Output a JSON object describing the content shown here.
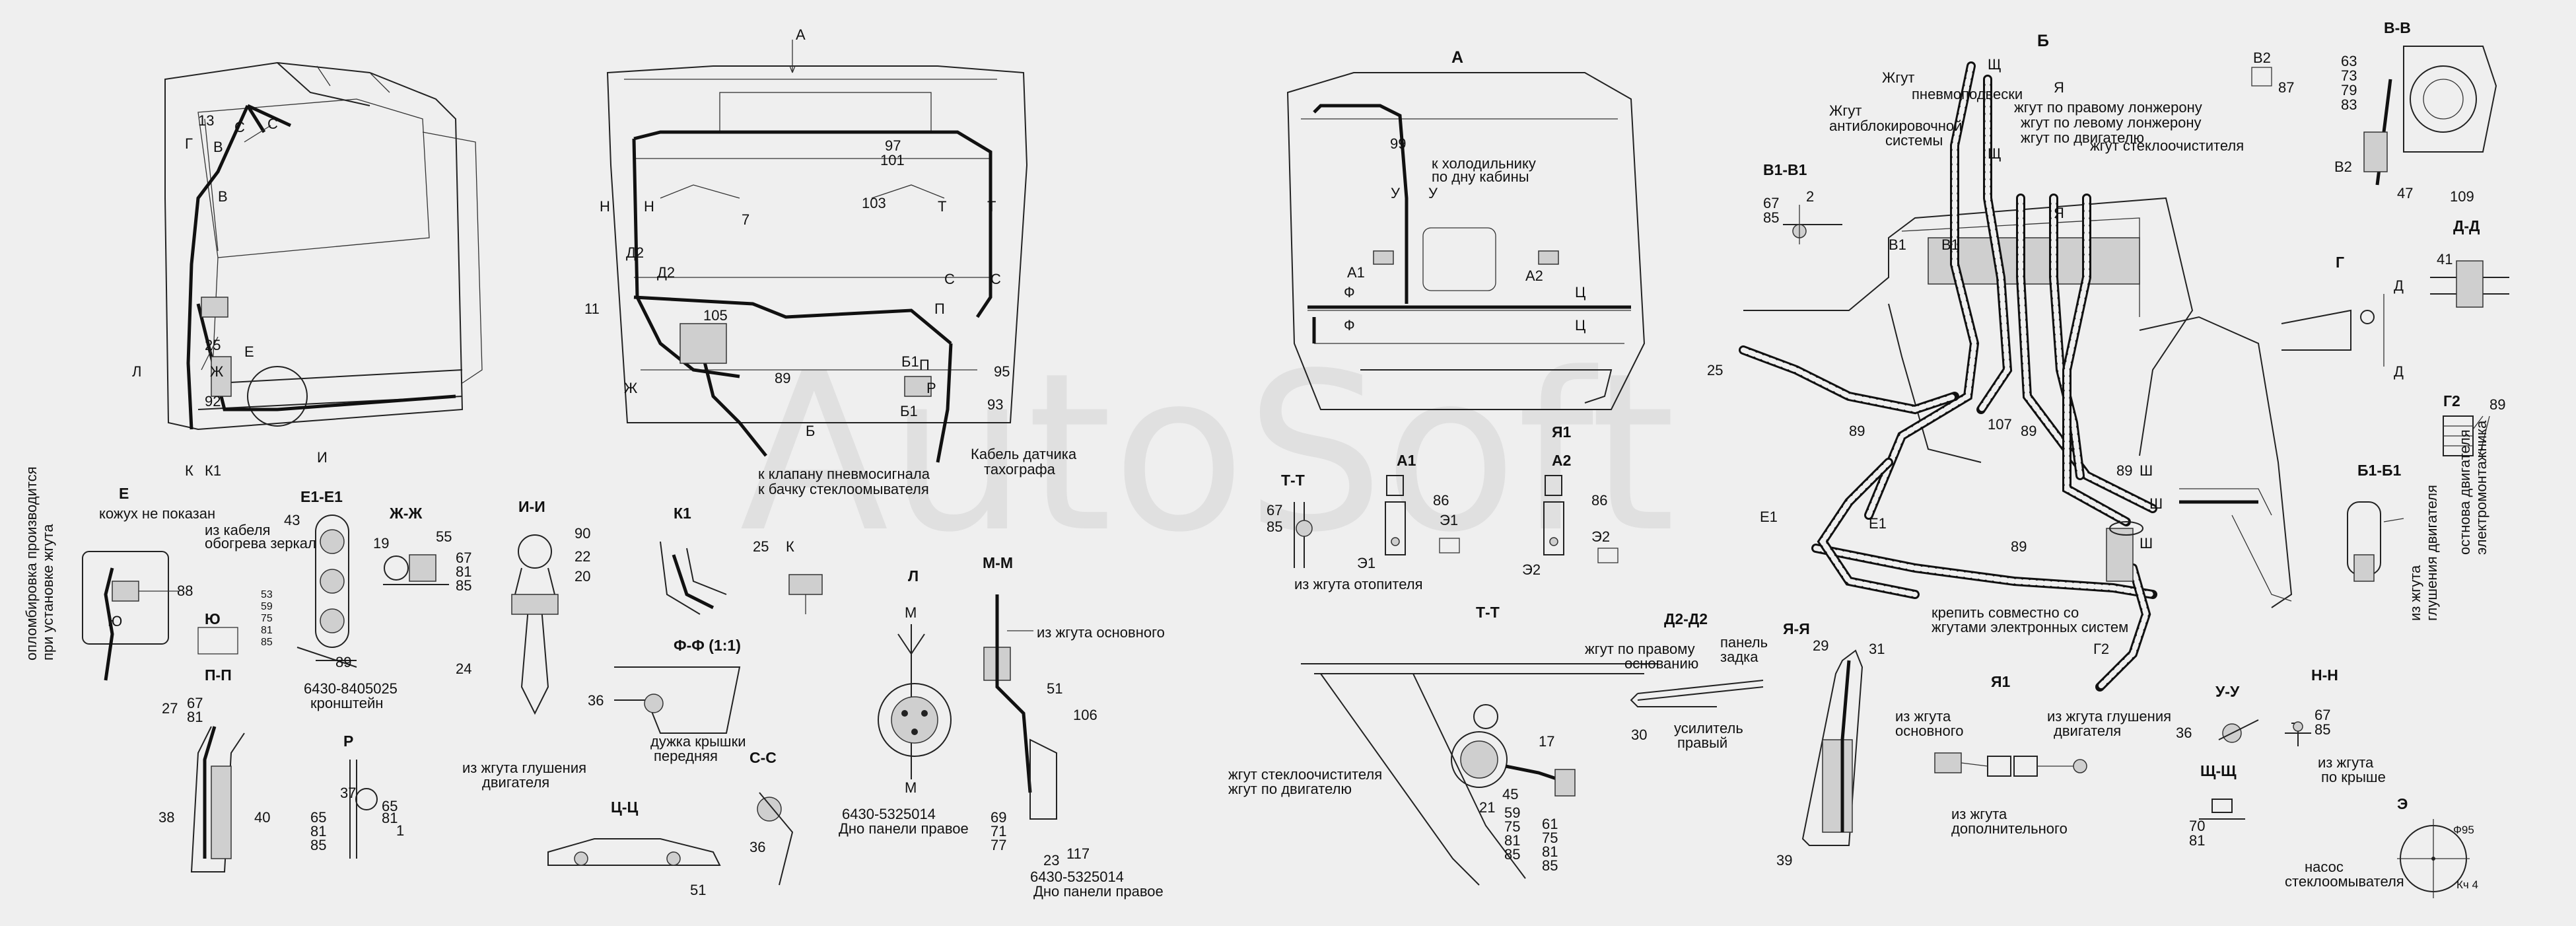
{
  "watermark": "AutoSoft",
  "views": {
    "side": {
      "labels": [
        "13",
        "С",
        "Г",
        "В",
        "С",
        "В",
        "25",
        "Е",
        "Ж",
        "Л",
        "92",
        "К",
        "К1",
        "И"
      ]
    },
    "front": {
      "top_label": "А",
      "labels": [
        "97",
        "101",
        "103",
        "7",
        "Н",
        "Н",
        "Т",
        "Т",
        "Д2",
        "Д2",
        "С",
        "С",
        "11",
        "105",
        "89",
        "Ж",
        "Б1",
        "П",
        "95",
        "93",
        "Б",
        "Р",
        "П",
        "Б1"
      ],
      "note1": "к клапану пневмосигнала",
      "note2": "к бачку стеклоомывателя",
      "note3": "Кабель датчика",
      "note4": "тахографа"
    },
    "rear": {
      "title": "А",
      "labels": [
        "99",
        "У",
        "У",
        "А1",
        "Ф",
        "Ф",
        "А2",
        "Ц",
        "Ц"
      ],
      "note1": "к холодильнику",
      "note2": "по дну кабины"
    },
    "engine": {
      "title": "Б",
      "labels": [
        "Щ",
        "Я",
        "Щ",
        "Я",
        "В1",
        "В1",
        "25",
        "89",
        "107",
        "89",
        "89",
        "Ш",
        "Ш",
        "Ш",
        "Е1",
        "Е1",
        "89",
        "Г2",
        "87",
        "В2"
      ],
      "harness_pneumo": "Жгут",
      "harness_pneumo2": "пневмоподвески",
      "harness_abs": "Жгут",
      "harness_abs2": "антиблокировочной",
      "harness_abs3": "системы",
      "right_lonzheron": "жгут по правому лонжерону",
      "left_lonzheron": "жгут по левому лонжерону",
      "engine_harness": "жгут по двигателю",
      "wiper_harness": "жгут стеклоочистителя",
      "fix_note1": "крепить совместно со",
      "fix_note2": "жгутами электронных систем"
    }
  },
  "details": {
    "E": {
      "title": "Е",
      "note_cover": "кожух не показан",
      "from_cable": "из кабеля",
      "mirror_heat": "обогрева зеркал",
      "num": "88",
      "yu": "Ю",
      "yu2": "Ю",
      "vertical1": "опломбировка  производится",
      "vertical2": "при установке жгута"
    },
    "E1": {
      "title": "Е1-Е1",
      "nums": [
        "43",
        "53",
        "59",
        "75",
        "81",
        "85",
        "89"
      ],
      "part": "6430-8405025",
      "part_name": "кронштейн"
    },
    "ZhZh": {
      "title": "Ж-Ж",
      "nums": [
        "19",
        "55",
        "67",
        "81",
        "85"
      ]
    },
    "II": {
      "title": "И-И",
      "nums": [
        "90",
        "22",
        "20",
        "24"
      ],
      "note1": "из жгута глушения",
      "note2": "двигателя"
    },
    "K1": {
      "title": "К1",
      "nums": [
        "25"
      ],
      "k": "К"
    },
    "L": {
      "title": "Л",
      "m": "М",
      "m2": "М",
      "part": "6430-5325014",
      "part_name": "Дно панели правое"
    },
    "MM": {
      "title": "М-М",
      "from": "из жгута основного",
      "nums": [
        "51",
        "106",
        "69",
        "71",
        "77",
        "23",
        "117"
      ],
      "part": "6430-5325014",
      "part_name": "Дно панели правое"
    },
    "FF": {
      "title": "Ф-Ф (1:1)",
      "num": "36",
      "note1": "дужка крышки",
      "note2": "передняя"
    },
    "CC": {
      "title": "С-С",
      "num": "36"
    },
    "TsTs": {
      "title": "Ц-Ц",
      "num": "51"
    },
    "PP": {
      "title": "П-П",
      "nums": [
        "27",
        "67",
        "81",
        "38",
        "40"
      ]
    },
    "R": {
      "title": "Р",
      "nums": [
        "37",
        "65",
        "81",
        "85",
        "65",
        "81",
        "1"
      ]
    },
    "TT1": {
      "title": "Т-Т",
      "nums": [
        "67",
        "85"
      ],
      "note": "из жгута отопителя"
    },
    "A1": {
      "title": "А1",
      "nums": [
        "86",
        "Э1",
        "Э1"
      ]
    },
    "Ya1": {
      "title": "Я1",
      "sub": "А2",
      "nums": [
        "86",
        "Э2",
        "Э2"
      ]
    },
    "TT2": {
      "title": "Т-Т",
      "note1": "жгут стеклоочистителя",
      "note2": "жгут по двигателю",
      "nums": [
        "17",
        "45",
        "21",
        "59",
        "75",
        "81",
        "85",
        "61",
        "75",
        "81",
        "85"
      ]
    },
    "D2D2": {
      "title": "Д2-Д2",
      "note1": "жгут по правому",
      "note2": "основанию",
      "panel1": "панель",
      "panel2": "задка",
      "num": "30",
      "amp1": "усилитель",
      "amp2": "правый"
    },
    "YaYa": {
      "title": "Я-Я",
      "nums": [
        "29",
        "31",
        "39"
      ]
    },
    "Ya1b": {
      "title": "Я1",
      "from_main1": "из жгута",
      "from_main2": "основного",
      "from_stop1": "из жгута глушения",
      "from_stop2": "двигателя",
      "from_add1": "из жгута",
      "from_add2": "дополнительного"
    },
    "VV": {
      "title": "В-В",
      "nums": [
        "63",
        "73",
        "79",
        "83",
        "47",
        "109"
      ],
      "b2": "В2"
    },
    "V1V1": {
      "title": "В1-В1",
      "nums": [
        "2",
        "67",
        "85"
      ]
    },
    "G": {
      "title": "Г",
      "d": "Д",
      "d2": "Д"
    },
    "DD": {
      "title": "Д-Д",
      "num": "41"
    },
    "G2": {
      "title": "Г2",
      "num": "89"
    },
    "B1B1": {
      "title": "Б1-Б1",
      "v1": "из жгута",
      "v2": "глушения двигателя",
      "v3": "остнова двигателя",
      "v4": "электромонтажника"
    },
    "UU": {
      "title": "У-У",
      "num": "36"
    },
    "NN": {
      "title": "Н-Н",
      "nums": [
        "67",
        "85"
      ],
      "note1": "из жгута",
      "note2": "по крыше"
    },
    "ShchShch": {
      "title": "Щ-Щ",
      "nums": [
        "70",
        "81"
      ]
    },
    "E_pump": {
      "title": "Э",
      "d": "Ф95",
      "k": "Кч 4",
      "note1": "насос",
      "note2": "стеклоомывателя"
    },
    "B2": {
      "title": "В2"
    }
  }
}
